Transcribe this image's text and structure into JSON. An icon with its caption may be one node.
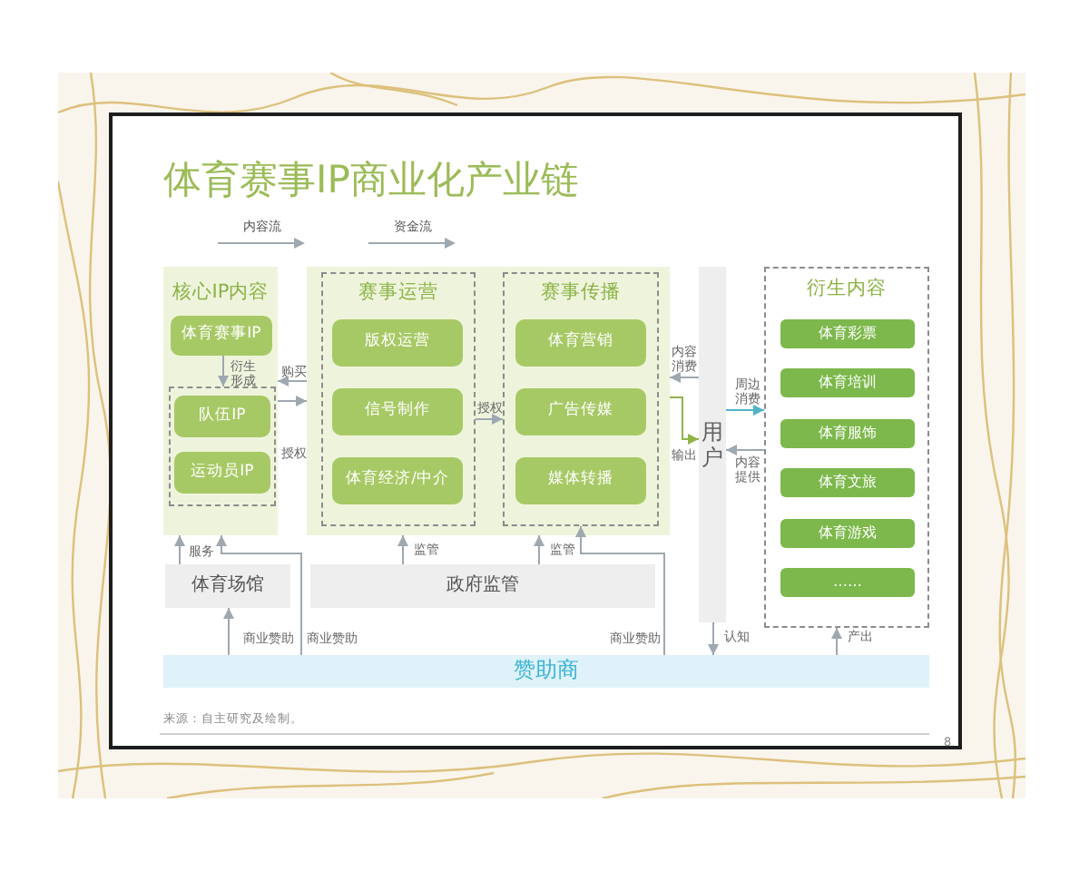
{
  "diagram": {
    "title": "体育赛事IP商业化产业链",
    "nodes": [
      {
        "text": [
          "核心IP内容"
        ]
      },
      {
        "text": [
          "体育赛事IP"
        ],
        "in": 0
      },
      {
        "text": [],
        "shape": "box",
        "in": 0
      },
      {
        "text": [
          "队伍IP"
        ],
        "in": 2
      },
      {
        "text": [
          "运动员IP"
        ],
        "in": 2
      },
      {
        "text": [],
        "shape": "box"
      },
      {
        "text": [
          "赛事运营"
        ],
        "in": 5
      },
      {
        "text": [
          "版权运营"
        ],
        "in": 6
      },
      {
        "text": [
          "信号制作"
        ],
        "in": 6
      },
      {
        "text": [
          "体育经济/中介"
        ],
        "in": 6
      },
      {
        "text": [
          "赛事传播"
        ],
        "in": 5
      },
      {
        "text": [
          "体育营销"
        ],
        "in": 10
      },
      {
        "text": [
          "广告传媒"
        ],
        "in": 10
      },
      {
        "text": [
          "媒体转播"
        ],
        "in": 10
      },
      {
        "text": [
          "用户"
        ]
      },
      {
        "text": [
          "衍生内容"
        ]
      },
      {
        "text": [
          "体育彩票"
        ],
        "in": 15
      },
      {
        "text": [
          "体育培训"
        ],
        "in": 15
      },
      {
        "text": [
          "体育服饰"
        ],
        "in": 15
      },
      {
        "text": [
          "体育文旅"
        ],
        "in": 15
      },
      {
        "text": [
          "体育游戏"
        ],
        "in": 15
      },
      {
        "text": [
          "……"
        ],
        "in": 15
      },
      {
        "text": [
          "体育场馆"
        ]
      },
      {
        "text": [
          "政府监管"
        ]
      },
      {
        "text": [
          "赞助商"
        ]
      }
    ],
    "edges": [
      {
        "from": 1,
        "to": 2,
        "arrow": "to",
        "label": "衍生形成"
      },
      {
        "from": 5,
        "to": 0,
        "arrow": "to",
        "label": "购买"
      },
      {
        "from": 0,
        "to": 5,
        "arrow": "to",
        "label": "授权"
      },
      {
        "from": 6,
        "to": 10,
        "arrow": "to",
        "label": "授权"
      },
      {
        "from": 14,
        "to": 5,
        "arrow": "to",
        "label": "内容消费"
      },
      {
        "from": 5,
        "to": 14,
        "arrow": "to",
        "label": "输出",
        "color": "#8fb548"
      },
      {
        "from": 14,
        "to": 15,
        "arrow": "to",
        "label": "周边消费",
        "color": "#4fb3c9"
      },
      {
        "from": 15,
        "to": 14,
        "arrow": "to",
        "label": "内容提供"
      },
      {
        "from": 22,
        "to": 0,
        "arrow": "to",
        "label": "服务"
      },
      {
        "from": 24,
        "to": 0,
        "arrow": "to",
        "label": "商业赞助"
      },
      {
        "from": 24,
        "to": 22,
        "arrow": "to",
        "label": "商业赞助"
      },
      {
        "from": 23,
        "to": 5,
        "arrow": "to",
        "label": "监管"
      },
      {
        "from": 23,
        "to": 5,
        "arrow": "to",
        "label": "监管"
      },
      {
        "from": 24,
        "to": 10,
        "arrow": "to",
        "label": "商业赞助"
      },
      {
        "from": 14,
        "to": 24,
        "arrow": "to",
        "label": "认知"
      },
      {
        "from": 24,
        "to": 15,
        "arrow": "to",
        "label": "产出"
      }
    ],
    "labels": [
      "来源：自主研究及绘制。",
      "8"
    ],
    "legend": [
      {
        "text": "内容流"
      },
      {
        "text": "资金流"
      }
    ]
  }
}
